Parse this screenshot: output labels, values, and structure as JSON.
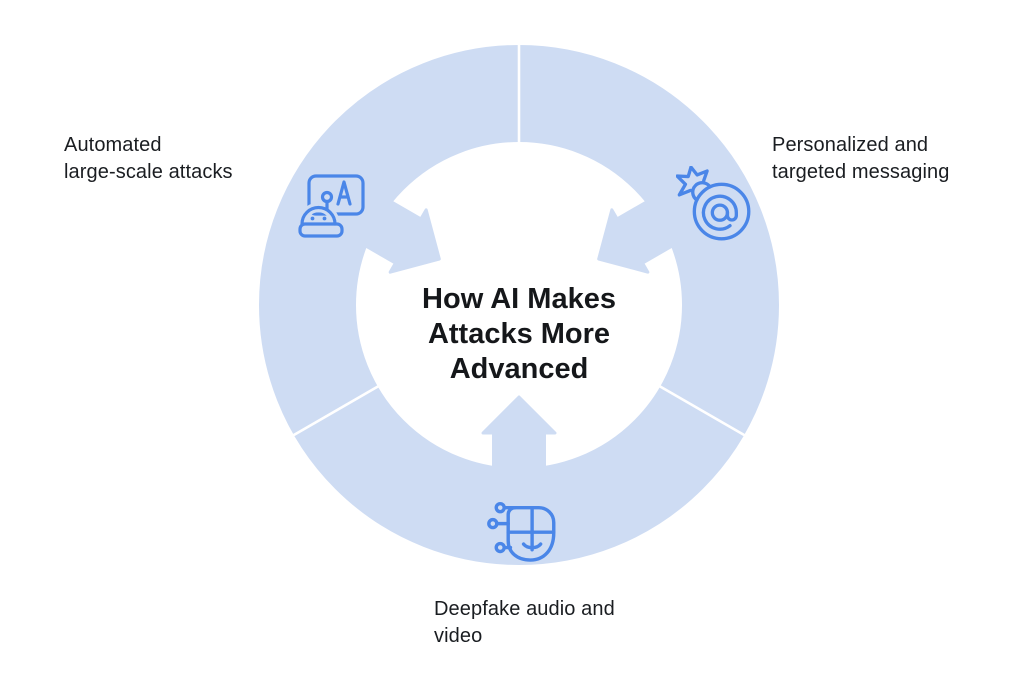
{
  "diagram": {
    "type": "circular-hub-infographic",
    "center_title": "How AI Makes Attacks More Advanced",
    "center_title_lines": [
      "How AI Makes",
      "Attacks More",
      "Advanced"
    ],
    "colors": {
      "background": "#ffffff",
      "ring": "#cedcf3",
      "segment_divider": "#ffffff",
      "icon_stroke": "#4a86e8",
      "title_text": "#15171a",
      "label_text": "#1a1d21"
    },
    "items": [
      {
        "id": "automated-large-scale-attacks",
        "position": "top-left",
        "icon": "robot-translate-icon",
        "label": "Automated large-scale attacks",
        "label_lines": [
          "Automated",
          "large-scale attacks"
        ]
      },
      {
        "id": "personalized-targeted-messaging",
        "position": "top-right",
        "icon": "message-bomb-icon",
        "label": "Personalized and targeted messaging",
        "label_lines": [
          "Personalized and",
          "targeted messaging"
        ]
      },
      {
        "id": "deepfake-audio-video",
        "position": "bottom",
        "icon": "deepfake-face-icon",
        "label": "Deepfake audio and video",
        "label_lines": [
          "Deepfake audio and",
          "video"
        ]
      }
    ]
  }
}
